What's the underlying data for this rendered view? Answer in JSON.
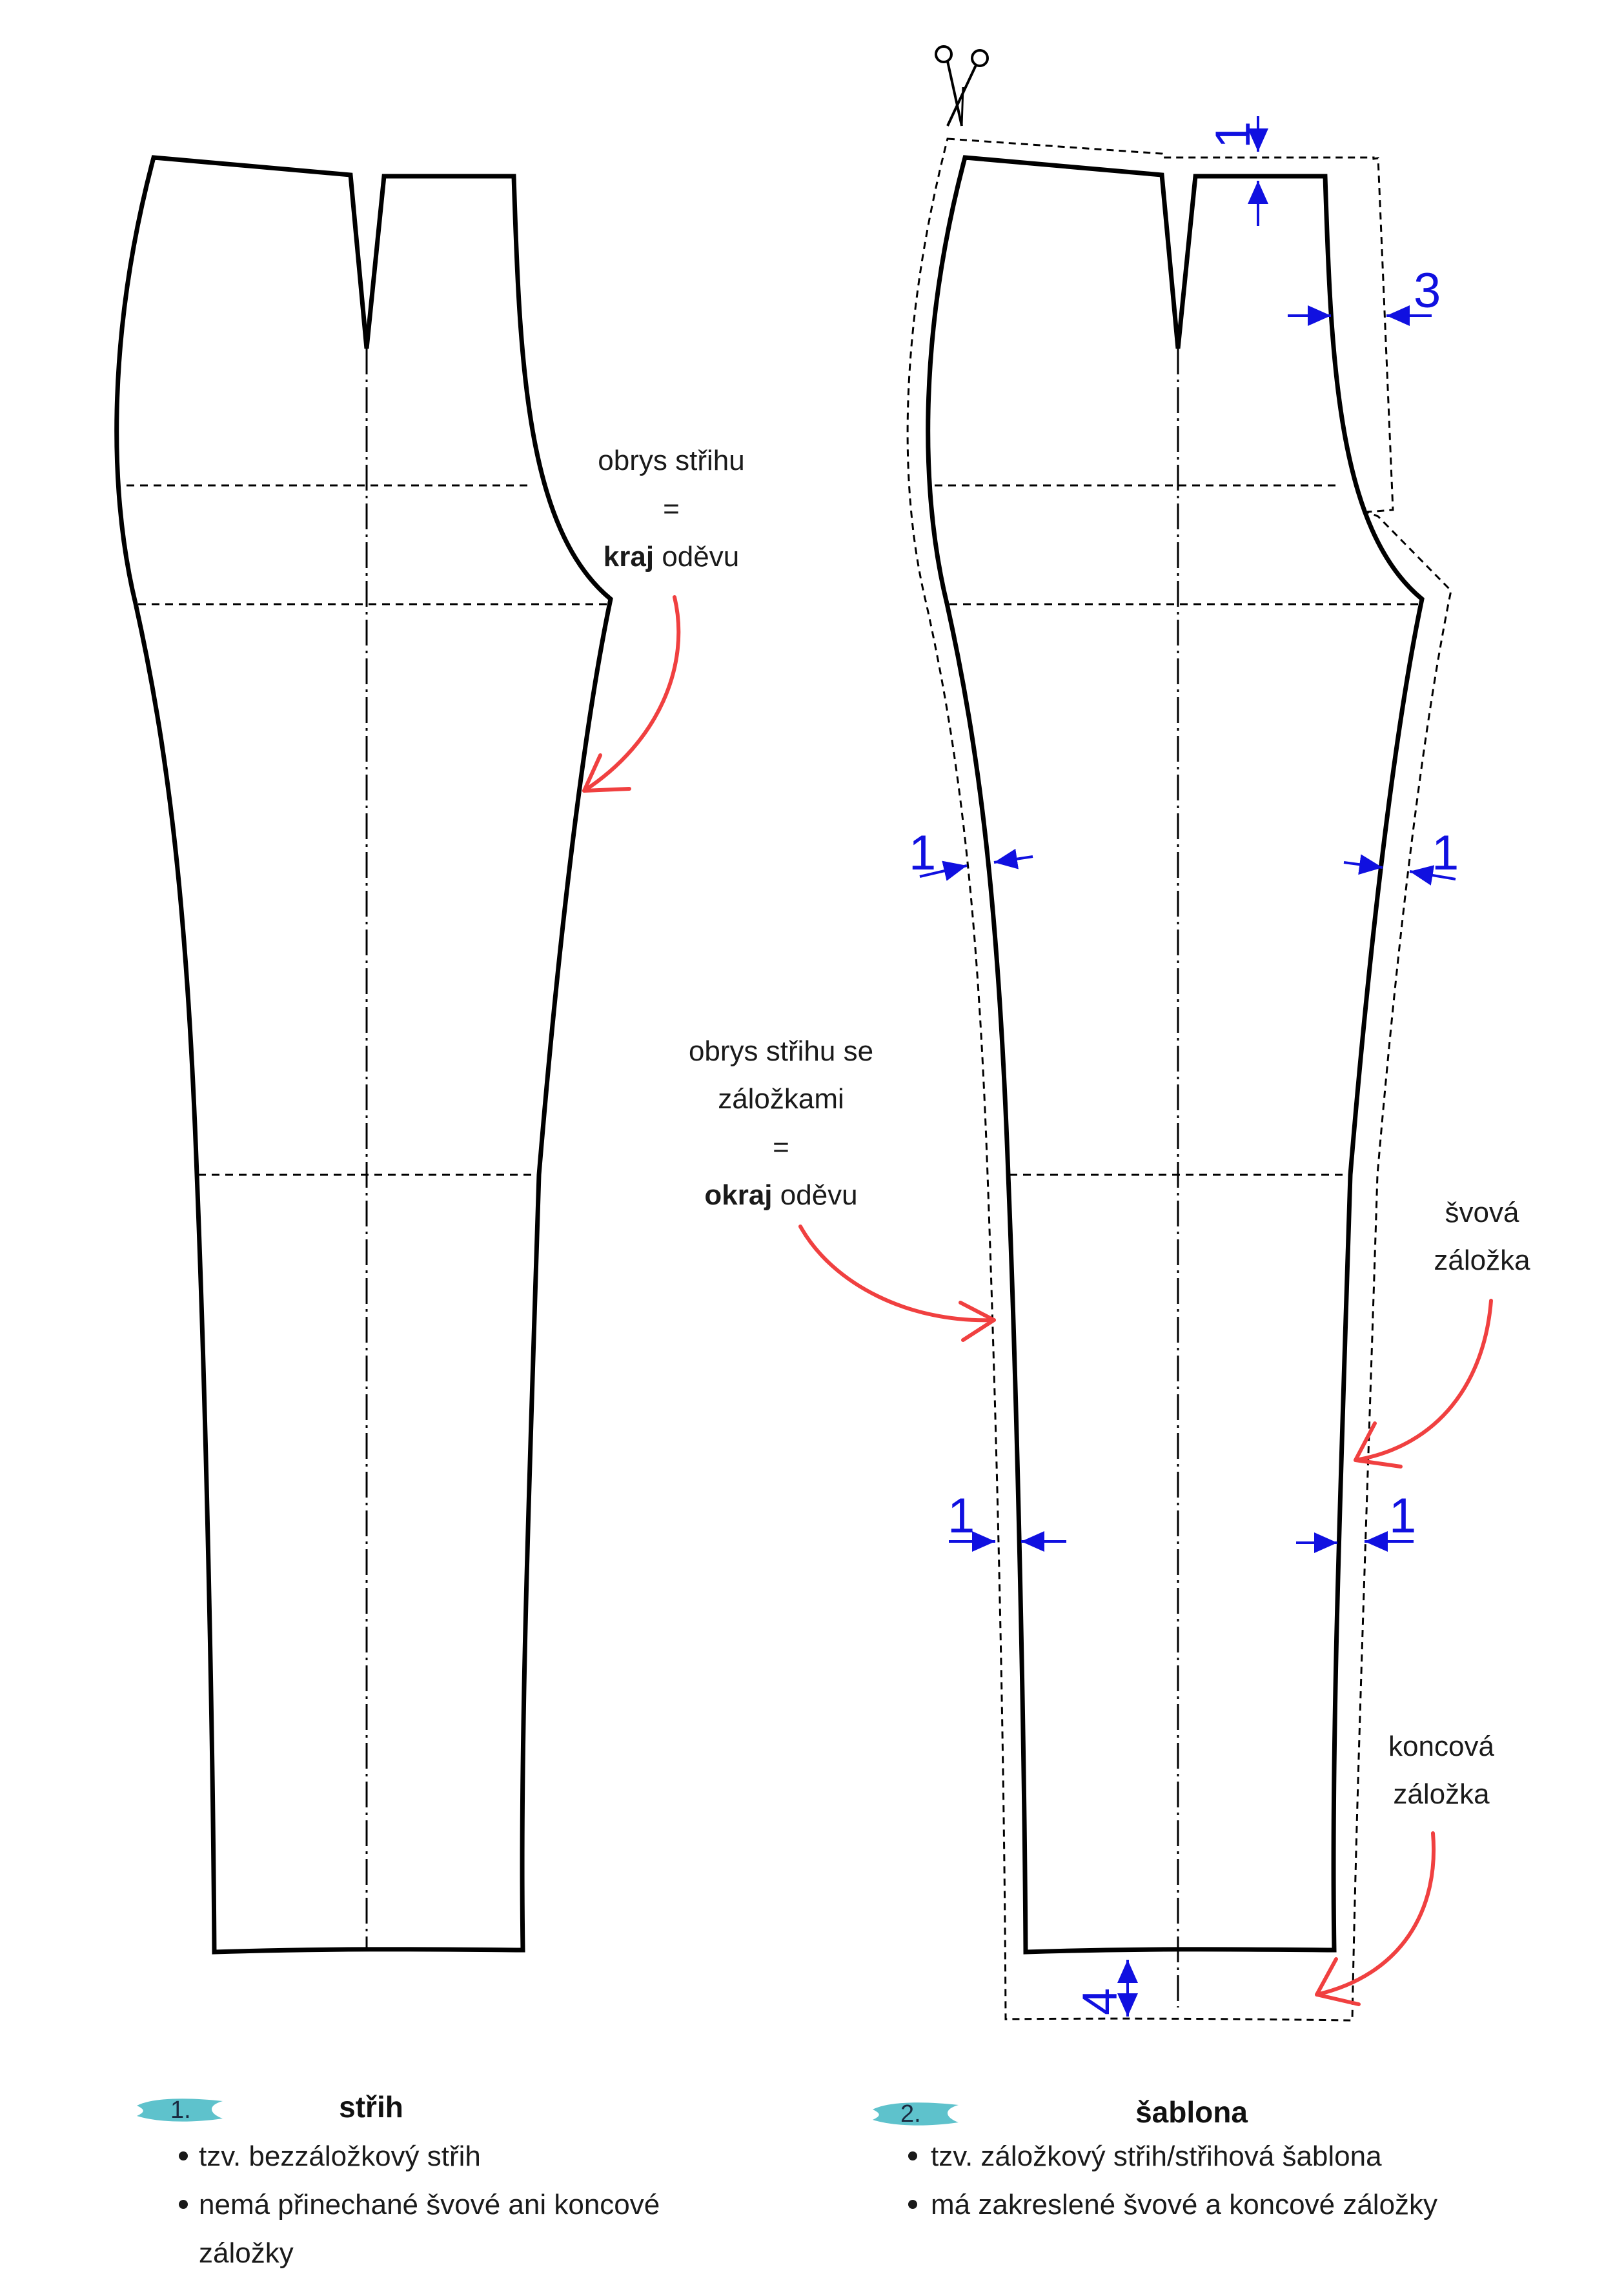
{
  "left_labels": {
    "kraj_line1": "obrys střihu",
    "kraj_line2": "=",
    "kraj_bold": "kraj",
    "kraj_rest": " oděvu"
  },
  "right_labels": {
    "okraj_line1": "obrys střihu se",
    "okraj_line2": "záložkami",
    "okraj_line3": "=",
    "okraj_bold": "okraj",
    "okraj_rest": " oděvu",
    "svova_line1": "švová",
    "svova_line2": "záložka",
    "koncova_line1": "koncová",
    "koncova_line2": "záložka"
  },
  "dimensions": {
    "top": "1",
    "side_hip": "3",
    "left_upper": "1",
    "right_upper": "1",
    "left_lower": "1",
    "right_lower": "1",
    "hem": "4"
  },
  "captions": [
    {
      "number": "1.",
      "title": "střih",
      "bullets": [
        "tzv. bezzáložkový střih",
        "nemá přinechané švové ani koncové",
        "záložky"
      ]
    },
    {
      "number": "2.",
      "title": "šablona",
      "bullets": [
        "tzv. záložkový střih/střihová šablona",
        "má zakreslené švové a koncové záložky"
      ]
    }
  ],
  "icons": {
    "scissors": "scissors-icon"
  },
  "colors": {
    "outline": "#000000",
    "dimension": "#1010e0",
    "arrow": "#f04040",
    "badge": "#5ec2cc"
  }
}
